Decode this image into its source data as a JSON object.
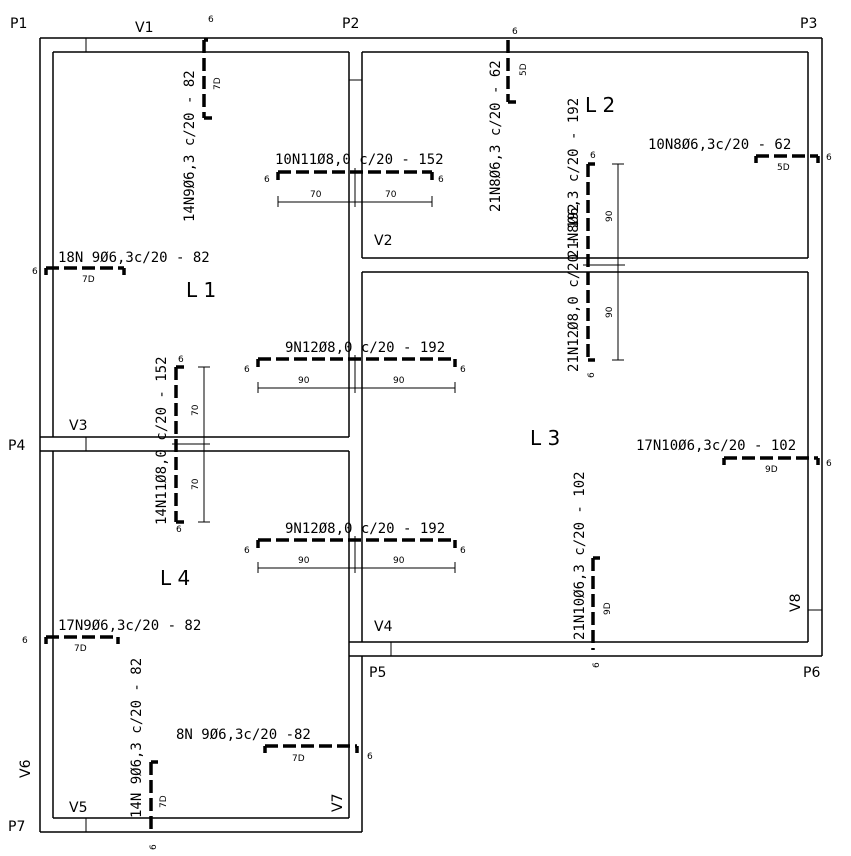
{
  "pillars": {
    "p1": "P1",
    "p2": "P2",
    "p3": "P3",
    "p4": "P4",
    "p5": "P5",
    "p6": "P6",
    "p7": "P7"
  },
  "beams": {
    "v1": "V1",
    "v2": "V2",
    "v3": "V3",
    "v4": "V4",
    "v5": "V5",
    "v6": "V6",
    "v7": "V7",
    "v8": "V8"
  },
  "slabs": {
    "l1": "L 1",
    "l2": "L 2",
    "l3": "L 3",
    "l4": "L 4"
  },
  "rebars": {
    "r_14n9_top": {
      "label": "14N9Ø6,3 c/20 - 82",
      "seg": "7D",
      "hook": "6"
    },
    "r_21n8": {
      "label": "21N8Ø6,3 c/20 - 62",
      "seg": "5D",
      "hook": "6"
    },
    "r_10n8": {
      "label": "10N8Ø6,3c/20 - 62",
      "seg": "5D",
      "hook": "6"
    },
    "r_10n11": {
      "label": "10N11Ø8,0 c/20 - 152",
      "seg_left": "70",
      "seg_right": "70",
      "hook_left": "6",
      "hook_right": "6"
    },
    "r_21n12": {
      "label_top": "21N8Ø6,3 c/20 - 192",
      "label": "21N12Ø8,0 c/20 - 192",
      "seg_top": "90",
      "seg_bottom": "90",
      "hook_top": "6",
      "hook_bottom": "6"
    },
    "r_18n9": {
      "label": "18N 9Ø6,3c/20 - 82",
      "seg": "7D",
      "hook": "6"
    },
    "r_9n12_mid": {
      "label": "9N12Ø8,0 c/20 - 192",
      "seg_left": "90",
      "seg_right": "90",
      "hook_left": "6",
      "hook_right": "6"
    },
    "r_14n11": {
      "label": "14N11Ø8,0 c/20 - 152",
      "seg_top": "70",
      "seg_bottom": "70",
      "hook_top": "6",
      "hook_bottom": "6"
    },
    "r_17n10": {
      "label": "17N10Ø6,3c/20 - 102",
      "seg": "9D",
      "hook": "6"
    },
    "r_9n12_low": {
      "label": "9N12Ø8,0 c/20 - 192",
      "seg_left": "90",
      "seg_right": "90",
      "hook_left": "6",
      "hook_right": "6"
    },
    "r_21n10": {
      "label": "21N10Ø6,3 c/20 - 102",
      "seg": "9D",
      "hook": "6"
    },
    "r_17n9": {
      "label": "17N9Ø6,3c/20 - 82",
      "seg": "7D",
      "hook": "6"
    },
    "r_14n9_bot": {
      "label": "14N 9Ø6,3 c/20 - 82",
      "seg": "7D",
      "hook": "6"
    },
    "r_8n9": {
      "label": "8N 9Ø6,3c/20 -82",
      "seg": "7D",
      "hook": "6"
    }
  }
}
